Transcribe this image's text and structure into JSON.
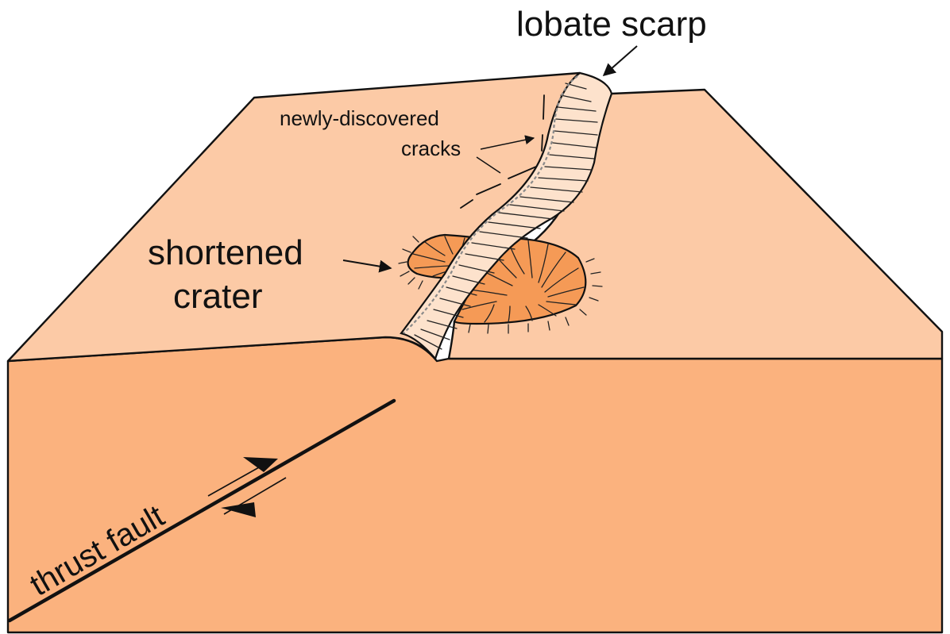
{
  "labels": {
    "lobate_scarp": "lobate scarp",
    "cracks_line1": "newly-discovered",
    "cracks_line2": "cracks",
    "crater_line1": "shortened",
    "crater_line2": "crater",
    "thrust_fault": "thrust fault"
  },
  "colors": {
    "surface": "#fccaa6",
    "block_face": "#fbb27e",
    "crater_fill": "#f59a56",
    "scarp_face": "#fde2cc",
    "outline": "#111111",
    "crack": "#8a8a8a"
  }
}
